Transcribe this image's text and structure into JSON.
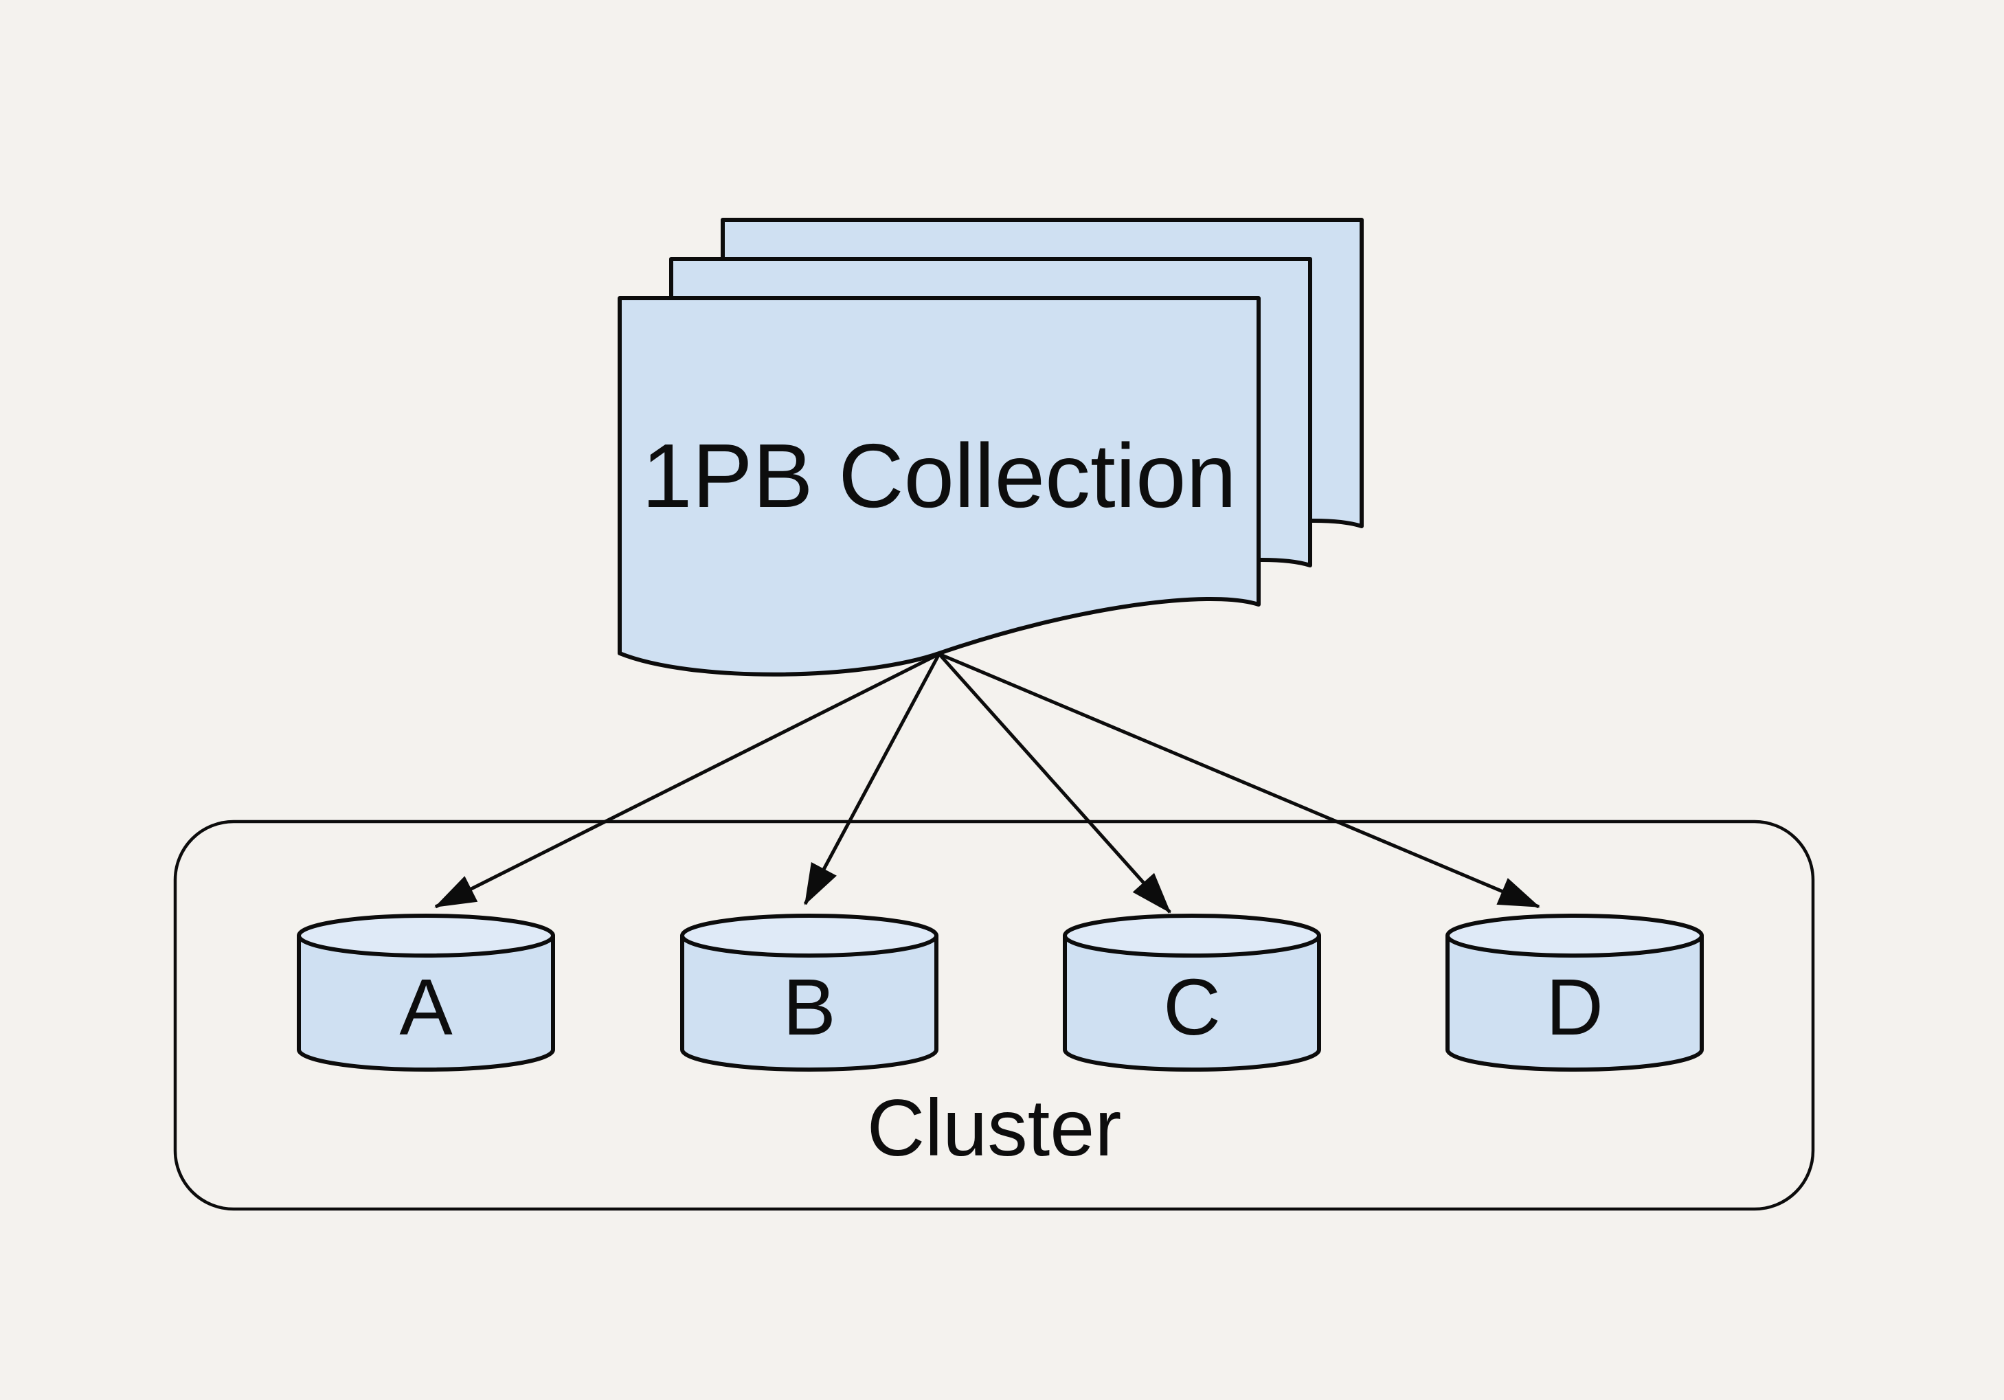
{
  "diagram": {
    "collection": {
      "label": "1PB Collection"
    },
    "cluster": {
      "label": "Cluster",
      "nodes": [
        {
          "label": "A"
        },
        {
          "label": "B"
        },
        {
          "label": "C"
        },
        {
          "label": "D"
        }
      ]
    },
    "colors": {
      "background": "#f4f2ee",
      "shape_fill": "#cfe0f2",
      "shape_fill_light": "#dfeaf7",
      "stroke": "#0c0c0c",
      "text": "#0d0d0d"
    }
  }
}
